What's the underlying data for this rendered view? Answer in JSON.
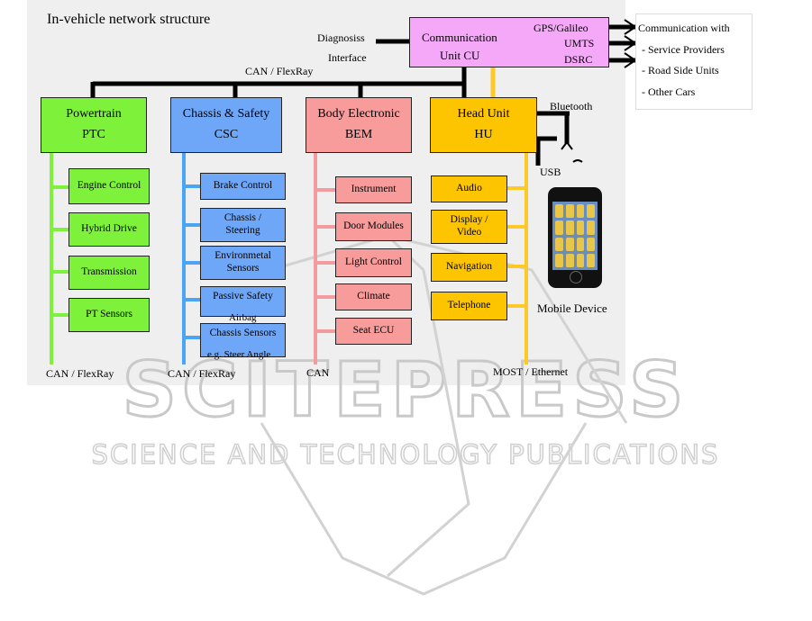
{
  "title": "In-vehicle network structure",
  "colors": {
    "ptc": "#7ef23a",
    "csc": "#6fa7f8",
    "bem": "#f79b9b",
    "hu": "#fdc500",
    "cu": "#f5a8f7",
    "ptc_line": "#7ef23a",
    "csc_line": "#4aa6f4",
    "bem_line": "#f49ba0",
    "hu_line": "#fdc927"
  },
  "diagnosis": {
    "line1": "Diagnosiss",
    "line2": "Interface"
  },
  "cu": {
    "line1": "Communication",
    "line2": "Unit   CU",
    "gps": "GPS/Galileo",
    "umts": "UMTS",
    "dsrc": "DSRC"
  },
  "comm": {
    "header": "Communication with",
    "items": [
      "- Service Providers",
      "- Road Side Units",
      "- Other Cars"
    ]
  },
  "backbone_label": "CAN / FlexRay",
  "ptc": {
    "line1": "Powertrain",
    "line2": "PTC",
    "items": [
      "Engine Control",
      "Hybrid Drive",
      "Transmission",
      "PT Sensors"
    ],
    "bus": "CAN / FlexRay"
  },
  "csc": {
    "line1": "Chassis & Safety",
    "line2": "CSC",
    "items": [
      [
        "Brake Control"
      ],
      [
        "Chassis  /",
        "Steering"
      ],
      [
        "Environmetal",
        "Sensors"
      ],
      [
        "Passive Safety"
      ],
      [
        "Chassis Sensors"
      ]
    ],
    "airbag": "Airbag",
    "steer": "e.g. Steer Angle",
    "bus": "CAN / FlexRay"
  },
  "bem": {
    "line1": "Body Electronic",
    "line2": "BEM",
    "items": [
      "Instrument",
      "Door Modules",
      "Light Control",
      "Climate",
      "Seat ECU"
    ],
    "bus": "CAN"
  },
  "hu": {
    "line1": "Head Unit",
    "line2": "HU",
    "items": [
      [
        "Audio"
      ],
      [
        "Display /",
        "Video"
      ],
      [
        "Navigation"
      ],
      [
        "Telephone"
      ]
    ],
    "bus": "MOST / Ethernet",
    "bluetooth": "Bluetooth",
    "usb": "USB"
  },
  "mobile": "Mobile Device",
  "watermark": {
    "brand": "SCITEPRESS",
    "tagline": "SCIENCE AND TECHNOLOGY PUBLICATIONS"
  }
}
